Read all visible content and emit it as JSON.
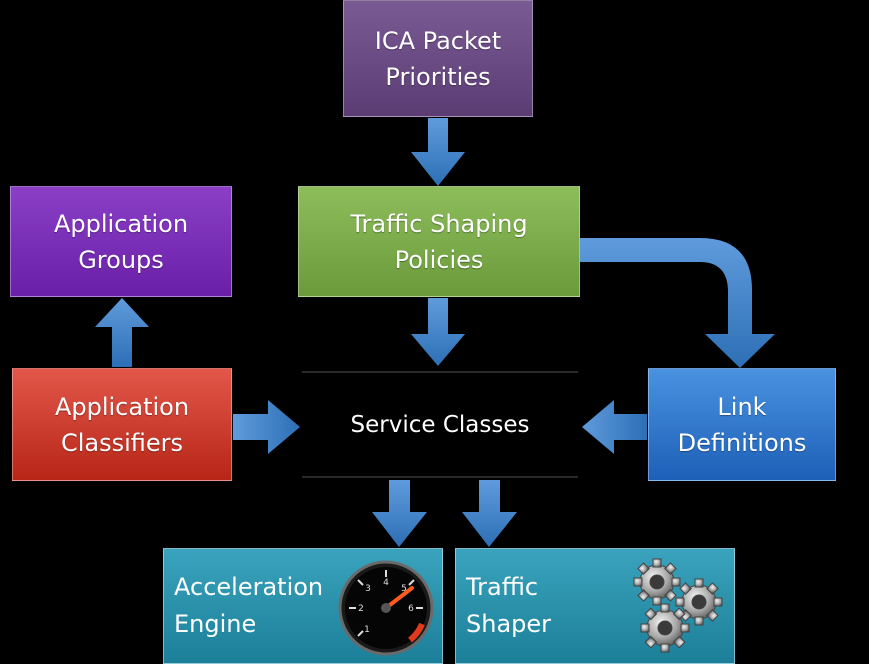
{
  "nodes": {
    "ica_packet_priorities": [
      "ICA Packet",
      "Priorities"
    ],
    "traffic_shaping_policies": [
      "Traffic Shaping",
      "Policies"
    ],
    "application_groups": [
      "Application",
      "Groups"
    ],
    "application_classifiers": [
      "Application",
      "Classifiers"
    ],
    "service_classes": "Service Classes",
    "link_definitions": [
      "Link",
      "Definitions"
    ],
    "acceleration_engine": [
      "Acceleration",
      "Engine"
    ],
    "traffic_shaper": [
      "Traffic",
      "Shaper"
    ]
  },
  "colors": {
    "ica": "#6a4a84",
    "traffic_shaping": "#7aad48",
    "groups": "#7a2fb8",
    "classifiers": "#cc3a2a",
    "link": "#3578cc",
    "teal": "#2890aa",
    "arrow": "#4a86c8"
  },
  "icons": {
    "acceleration_engine": "tachometer-icon",
    "traffic_shaper": "gears-icon"
  }
}
